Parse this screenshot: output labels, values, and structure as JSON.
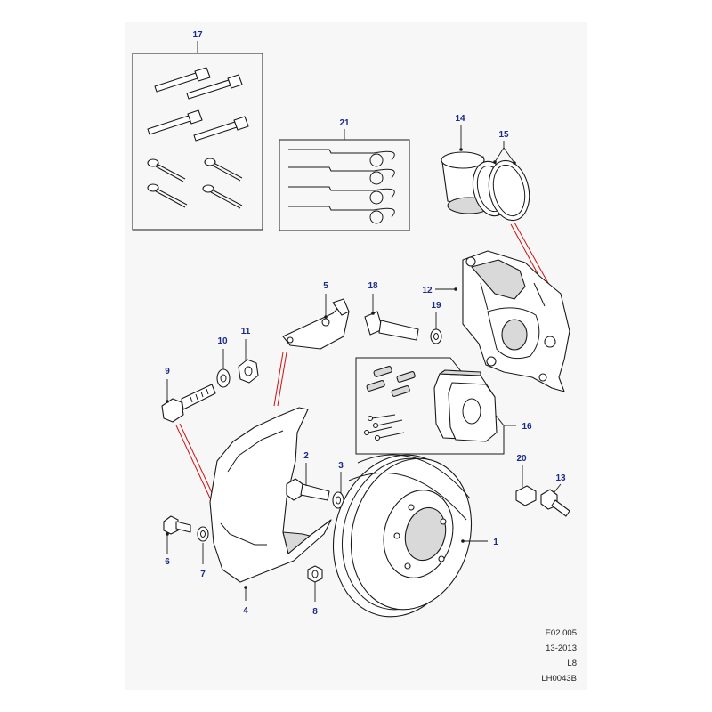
{
  "callouts": {
    "c1": "1",
    "c2": "2",
    "c3": "3",
    "c4": "4",
    "c5": "5",
    "c6": "6",
    "c7": "7",
    "c8": "8",
    "c9": "9",
    "c10": "10",
    "c11": "11",
    "c12": "12",
    "c13": "13",
    "c14": "14",
    "c15": "15",
    "c16": "16",
    "c17": "17",
    "c18": "18",
    "c19": "19",
    "c20": "20",
    "c21": "21"
  },
  "reference": {
    "section": "E02.005",
    "date_code": "13-2013",
    "model": "L8",
    "illustration_id": "LH0043B"
  },
  "colors": {
    "callout_text": "#1a2a8c",
    "assembly_line": "#d01010",
    "background": "#f7f7f7"
  }
}
